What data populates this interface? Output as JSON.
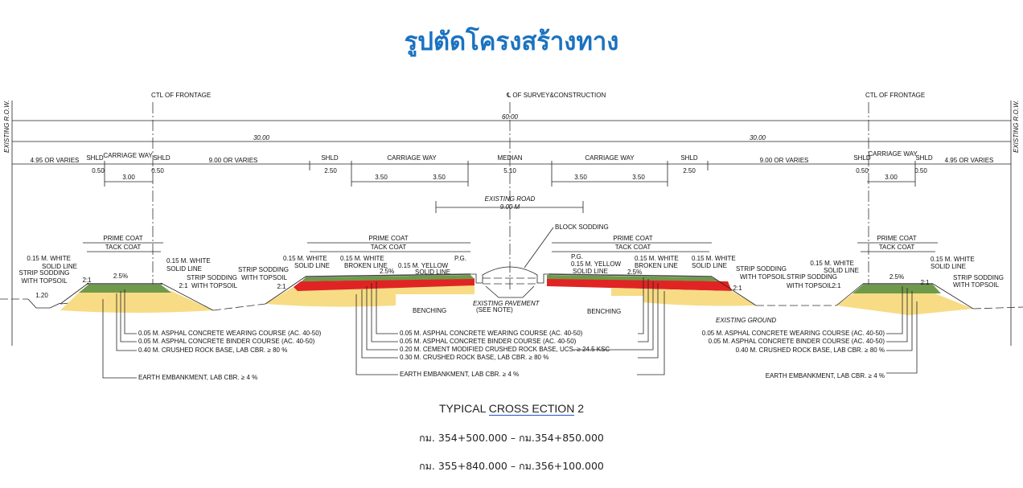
{
  "title": "รูปตัดโครงสร้างทาง",
  "colors": {
    "title": "#1a72c0",
    "green": "#6f9a4a",
    "red": "#e02424",
    "yellow": "#f7dc85",
    "underline": "#2255cc"
  },
  "top": {
    "ctl_left": "CTL OF FRONTAGE",
    "cl": "℄ OF SURVEY&CONSTRUCTION",
    "ctl_right": "CTL OF FRONTAGE",
    "row_left": "EXISTING R.O.W.",
    "row_right": "EXISTING R.O.W.",
    "total": "60.00",
    "half_left": "30.00",
    "half_right": "30.00"
  },
  "dims": {
    "l_side": "4.95 OR VARIES",
    "l_shld1": "SHLD",
    "l_cw": "CARRIAGE WAY",
    "l_shld2": "SHLD",
    "l_var": "9.00 OR VARIES",
    "c_shld1": "SHLD",
    "c_cw1": "CARRIAGE WAY",
    "median": "MEDIAN",
    "c_cw2": "CARRIAGE WAY",
    "c_shld2": "SHLD",
    "r_var": "9.00 OR VARIES",
    "r_shld1": "SHLD",
    "r_cw": "CARRIAGE WAY",
    "r_shld2": "SHLD",
    "r_side": "4.95 OR VARIES",
    "v_l_shld1": "0.50",
    "v_l_shld2": "0.50",
    "v_c_shld1": "2.50",
    "v_median": "5.10",
    "v_c_shld2": "2.50",
    "v_r_shld1": "0.50",
    "v_r_shld2": "0.50",
    "v_l_cw": "3.00",
    "v_c1a": "3.50",
    "v_c1b": "3.50",
    "v_c2a": "3.50",
    "v_c2b": "3.50",
    "v_r_cw": "3.00",
    "existing_road": "EXISTING ROAD",
    "existing_road_w": "9.00 M"
  },
  "labels": {
    "prime": "PRIME COAT",
    "tack": "TACK COAT",
    "white1": "0.15 M. WHITE",
    "white_solid": "SOLID LINE",
    "white_broken": "BROKEN LINE",
    "yellow1": "0.15 M. YELLOW",
    "strip1": "STRIP SODDING",
    "strip2": "WITH TOPSOIL",
    "slope": "2.5%",
    "side_slope": "2:1",
    "pg": "P.G.",
    "ditch": "1.20",
    "benching": "BENCHING",
    "exist_pav": "EXISTING PAVEMENT",
    "see_note": "(SEE NOTE)",
    "block_sodding": "BLOCK SODDING",
    "exist_ground": "EXISTING GROUND"
  },
  "layers_side": [
    "0.05 M. ASPHAL CONCRETE WEARING COURSE (AC. 40-50)",
    "0.05 M. ASPHAL CONCRETE BINDER COURSE (AC. 40-50)",
    "0.40 M. CRUSHED ROCK BASE, LAB CBR. ≥ 80 %",
    "EARTH EMBANKMENT,  LAB CBR. ≥ 4 %"
  ],
  "layers_main": [
    "0.05 M. ASPHAL CONCRETE WEARING COURSE (AC. 40-50)",
    "0.05 M. ASPHAL CONCRETE BINDER COURSE (AC. 40-50)",
    "0.20 M. CEMENT MODIFIED  CRUSHED ROCK BASE, UCS.  ≥ 24.5 KSC",
    "0.30 M. CRUSHED ROCK BASE, LAB CBR. ≥ 80 %",
    "EARTH EMBANKMENT,  LAB CBR. ≥ 4 %"
  ],
  "caption": {
    "prefix": "TYPICAL ",
    "underlined": "CROSS  ECTION",
    "suffix": " 2"
  },
  "ranges": [
    "กม. 354+500.000  – กม.354+850.000",
    "กม. 355+840.000  – กม.356+100.000"
  ]
}
